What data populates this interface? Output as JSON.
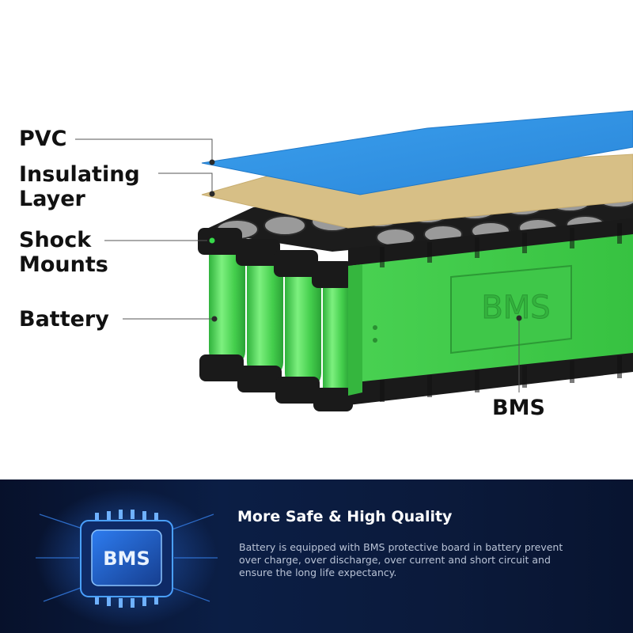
{
  "diagram": {
    "labels": {
      "pvc": "PVC",
      "insulating_line1": "Insulating",
      "insulating_line2": "Layer",
      "shock_line1": "Shock",
      "shock_line2": "Mounts",
      "battery": "Battery",
      "bms": "BMS"
    },
    "bms_plate_text": "BMS",
    "colors": {
      "pvc": "#2f8fe0",
      "insulating": "#d7bf86",
      "cell_green": "#4ed457",
      "holder_black": "#1a1a1a"
    }
  },
  "banner": {
    "chip_text": "BMS",
    "headline": "More Safe & High Quality",
    "description": "Battery is equipped with BMS protective board in battery prevent over charge, over discharge, over current and short circuit and ensure the long life expectancy.",
    "colors": {
      "background": "#0b1a3b",
      "glow": "#2f7dff"
    }
  }
}
